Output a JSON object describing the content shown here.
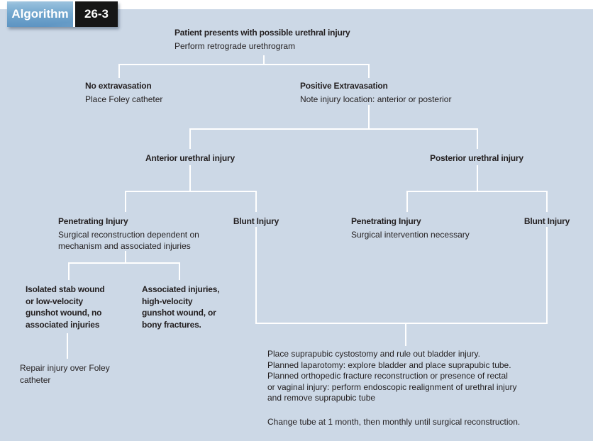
{
  "page": {
    "background_color": "#ccd8e6",
    "line_color": "#ffffff",
    "text_color": "#231f20"
  },
  "badge": {
    "label": "Algorithm",
    "number": "26-3",
    "blue_color": "#74a8cf",
    "black_color": "#161616"
  },
  "nodes": {
    "root": {
      "title": "Patient presents with possible urethral injury",
      "subtitle": "Perform retrograde urethrogram"
    },
    "no_extravasation": {
      "title": "No extravasation",
      "subtitle": "Place Foley catheter"
    },
    "positive_extravasation": {
      "title": "Positive Extravasation",
      "subtitle": "Note injury location: anterior or posterior"
    },
    "anterior": {
      "title": "Anterior urethral injury"
    },
    "posterior": {
      "title": "Posterior urethral injury"
    },
    "anterior_penetrating": {
      "title": "Penetrating Injury",
      "subtitle": "Surgical reconstruction dependent on\nmechanism and associated injuries"
    },
    "anterior_blunt": {
      "title": "Blunt Injury"
    },
    "posterior_penetrating": {
      "title": "Penetrating Injury",
      "subtitle": "Surgical intervention necessary"
    },
    "posterior_blunt": {
      "title": "Blunt Injury"
    },
    "isolated_stab": {
      "title": "Isolated stab wound\nor low-velocity\ngunshot wound, no\nassociated injuries"
    },
    "associated_injuries": {
      "title": "Associated injuries,\nhigh-velocity\ngunshot wound, or\nbony fractures."
    },
    "repair_foley": {
      "text": "Repair injury over Foley\ncatheter"
    },
    "suprapubic": {
      "paragraph1": "Place suprapubic cystostomy and rule out bladder injury.\nPlanned laparotomy: explore bladder and place suprapubic tube.\nPlanned orthopedic fracture reconstruction or presence of rectal\nor vaginal injury: perform endoscopic realignment of urethral injury\nand remove suprapubic tube",
      "paragraph2": "Change tube at 1 month, then monthly until surgical reconstruction."
    }
  }
}
